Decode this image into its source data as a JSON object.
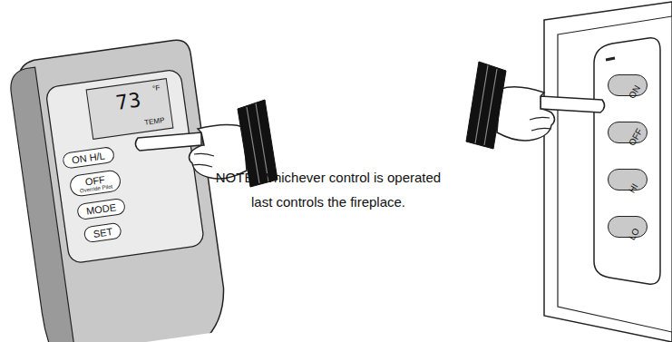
{
  "diagram": {
    "nodes": [
      {
        "text": [
          "73",
          "°F",
          "TEMP"
        ]
      },
      {
        "text": [
          "ON H/L"
        ]
      },
      {
        "text": [
          "OFF",
          "Override Pilot"
        ]
      },
      {
        "text": [
          "MODE"
        ]
      },
      {
        "text": [
          "SET"
        ]
      },
      {
        "text": [
          "ON"
        ]
      },
      {
        "text": [
          "OFF"
        ]
      },
      {
        "text": [
          "HI"
        ]
      },
      {
        "text": [
          "LO"
        ]
      }
    ],
    "labels": [
      "NOTE: Whichever control is operated last controls the fireplace."
    ]
  }
}
